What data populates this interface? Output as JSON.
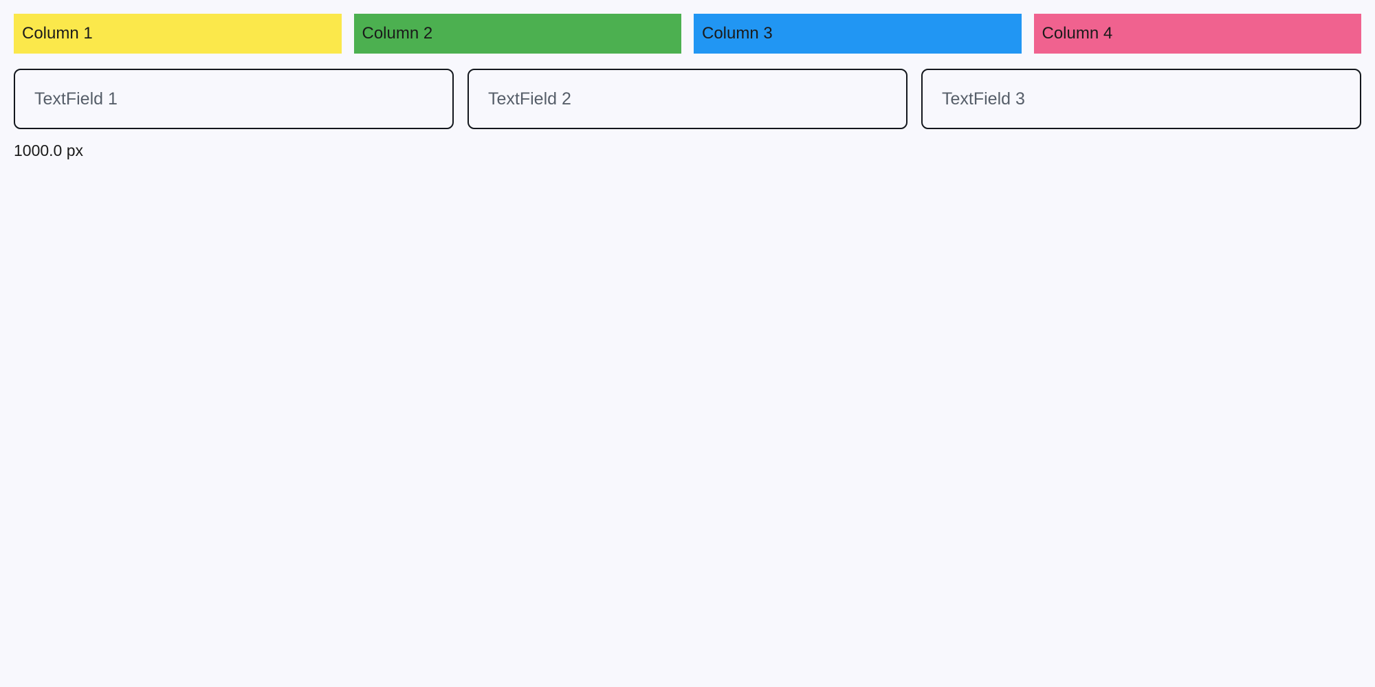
{
  "page": {
    "background_color": "#f8f8fd",
    "text_color": "#1a1a1a"
  },
  "columns_row": {
    "items": [
      {
        "label": "Column 1",
        "color": "#fbe84b"
      },
      {
        "label": "Column 2",
        "color": "#4cb050"
      },
      {
        "label": "Column 3",
        "color": "#2196f3"
      },
      {
        "label": "Column 4",
        "color": "#f0628f"
      }
    ]
  },
  "textfields_row": {
    "items": [
      {
        "placeholder": "TextField 1",
        "value": ""
      },
      {
        "placeholder": "TextField 2",
        "value": ""
      },
      {
        "placeholder": "TextField 3",
        "value": ""
      }
    ],
    "border_color": "#12161c",
    "placeholder_color": "#565e69"
  },
  "size_readout": {
    "text": "1000.0 px"
  }
}
